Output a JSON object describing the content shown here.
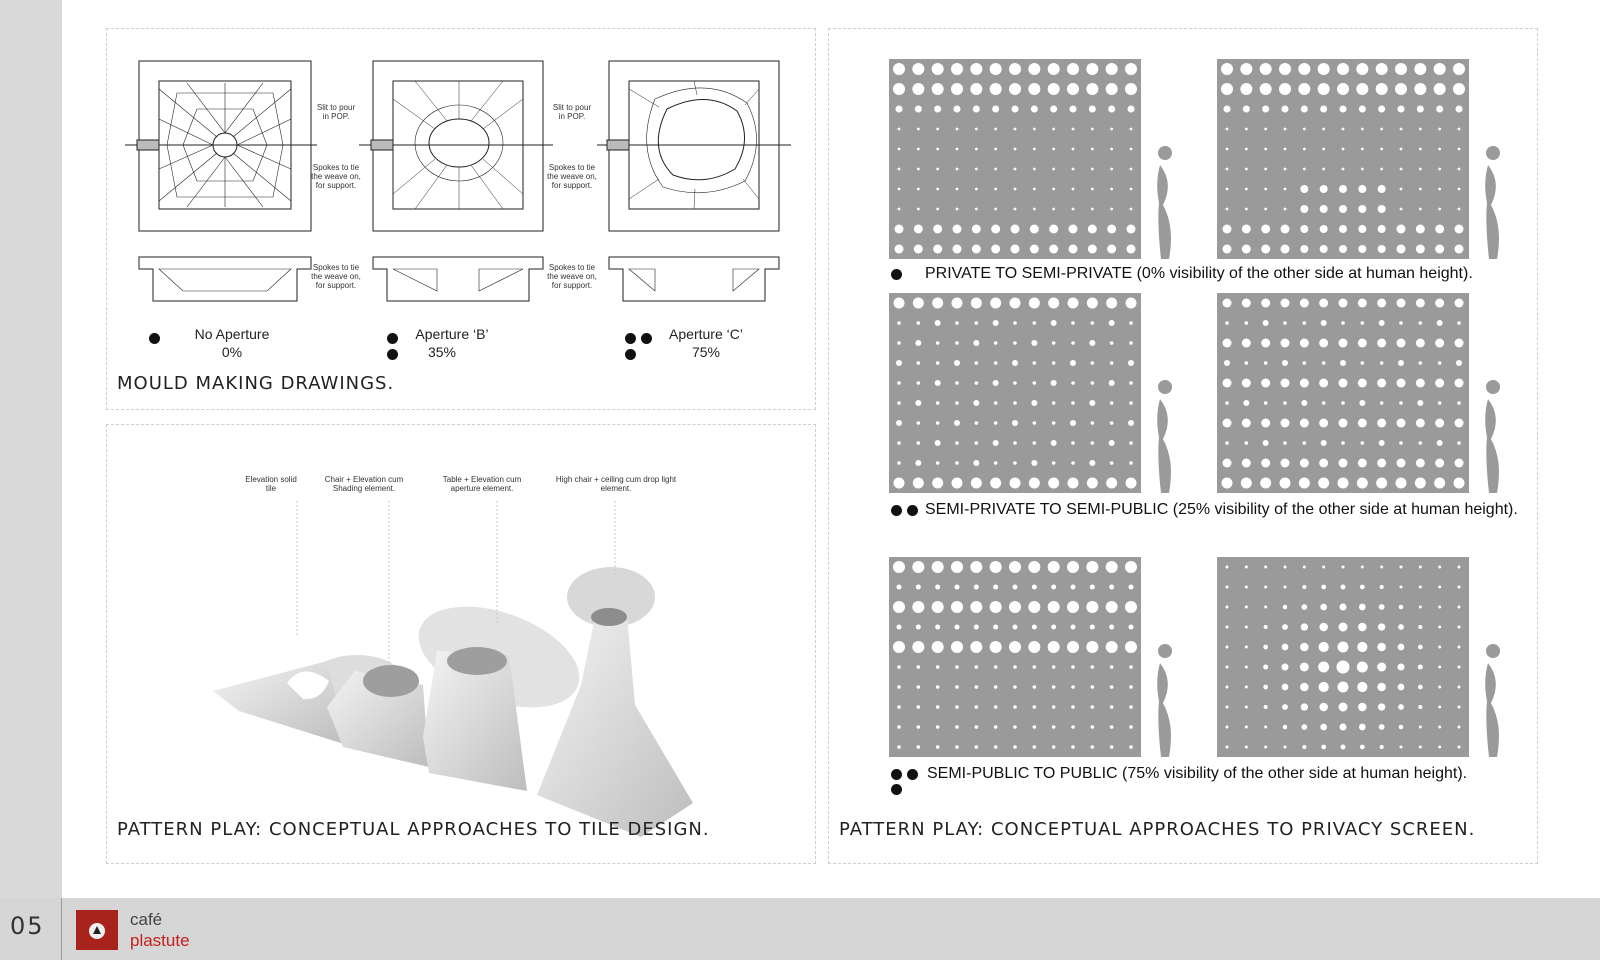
{
  "footer": {
    "page_number": "05",
    "brand_line1": "café",
    "brand_line2": "plastute"
  },
  "mould": {
    "caption": "MOULD MAKING DRAWINGS.",
    "note_slit": "Slit to pour in POP.",
    "note_spokes": "Spokes to tie the weave on, for support.",
    "apertures": [
      {
        "name": "No Aperture",
        "value": "0%"
      },
      {
        "name": "Aperture ‘B’",
        "value": "35%"
      },
      {
        "name": "Aperture ‘C’",
        "value": "75%"
      }
    ]
  },
  "tile": {
    "caption": "PATTERN PLAY: CONCEPTUAL APPROACHES TO TILE DESIGN.",
    "labels": [
      "Elevation solid tile",
      "Chair + Elevation cum Shading element.",
      "Table + Elevation cum aperture element.",
      "High chair + ceiling cum drop light element."
    ]
  },
  "privacy": {
    "caption": "PATTERN PLAY: CONCEPTUAL APPROACHES TO PRIVACY SCREEN.",
    "rows": [
      {
        "caption": "PRIVATE TO SEMI-PRIVATE (0% visibility of the other side at human height).",
        "visibility": 0
      },
      {
        "caption": "SEMI-PRIVATE TO SEMI-PUBLIC (25% visibility of the other side at human height).",
        "visibility": 25
      },
      {
        "caption": "SEMI-PUBLIC TO PUBLIC (75% visibility of the other side at human height).",
        "visibility": 75
      }
    ]
  },
  "colors": {
    "sidebar": "#d9d9d9",
    "accent_red": "#c42020",
    "screen_gray": "#9a9a9a"
  }
}
